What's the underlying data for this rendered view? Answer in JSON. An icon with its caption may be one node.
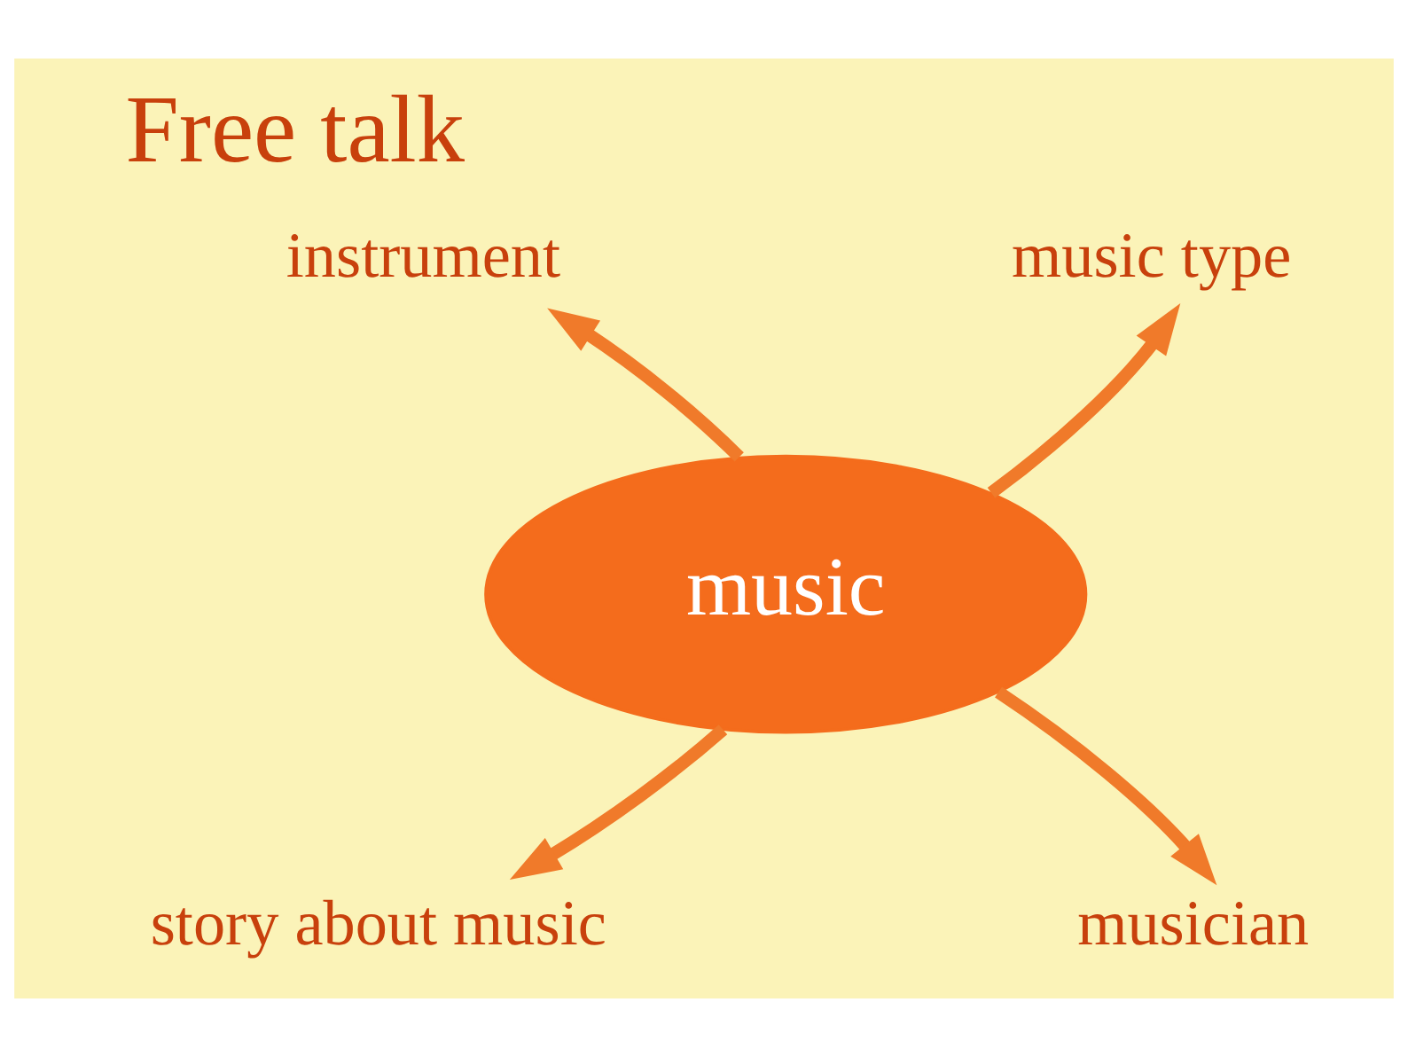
{
  "diagram": {
    "title": "Free talk",
    "nodes": [
      {
        "text": [
          "music"
        ]
      },
      {
        "text": [
          "instrument"
        ]
      },
      {
        "text": [
          "music type"
        ]
      },
      {
        "text": [
          "story about music"
        ]
      },
      {
        "text": [
          "musician"
        ]
      }
    ],
    "edges": [
      {
        "from": 0,
        "to": 1,
        "arrow": "to"
      },
      {
        "from": 0,
        "to": 2,
        "arrow": "to"
      },
      {
        "from": 0,
        "to": 3,
        "arrow": "to"
      },
      {
        "from": 0,
        "to": 4,
        "arrow": "to"
      }
    ]
  }
}
